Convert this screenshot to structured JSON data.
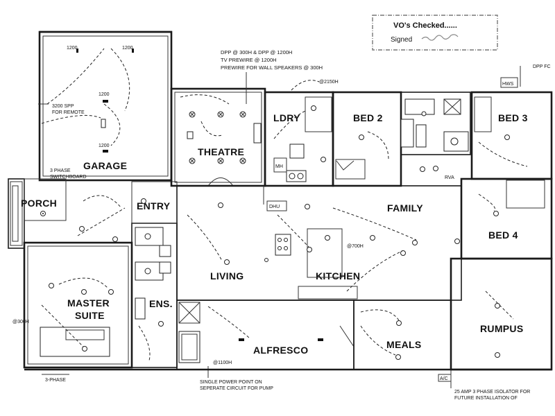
{
  "rooms": {
    "garage": "GARAGE",
    "porch": "PORCH",
    "entry": "ENTRY",
    "theatre": "THEATRE",
    "ldry": "LDRY",
    "bed2": "BED 2",
    "bed3": "BED 3",
    "bed4": "BED 4",
    "family": "FAMILY",
    "kitchen": "KITCHEN",
    "living": "LIVING",
    "master": "MASTER",
    "suite": "SUITE",
    "ens": "ENS.",
    "alfresco": "ALFRESCO",
    "meals": "MEALS",
    "rumpus": "RUMPUS"
  },
  "notes": {
    "dpp_1": "DPP @ 300H & DPP @ 1200H",
    "dpp_2": "TV PREWIRE @ 1200H",
    "dpp_3": "PREWIRE FOR WALL SPEAKERS @ 300H",
    "h2150": "@2150H",
    "dpp_fc": "DPP FC",
    "hws": "HWS",
    "spp_1": "3200 SPP",
    "spp_2": "FOR REMOTE",
    "h1200_a": "1200",
    "h1200_b": "1200",
    "h1200_c": "1200",
    "h1200_d": "1200",
    "switch_1": "3 PHASE",
    "switch_2": "SWITCHBOARD",
    "mh": "MH",
    "dhu": "DHU",
    "h700": "@700H",
    "h300": "@300H",
    "h1100": "@1100H",
    "pump_1": "SINGLE POWER POINT ON",
    "pump_2": "SEPERATE CIRCUIT FOR PUMP",
    "phase3": "3-PHASE",
    "amp_1": "25 AMP 3 PHASE ISOLATOR FOR",
    "amp_2": "FUTURE INSTALLATION OF",
    "ac": "A/C",
    "rva": "RVA"
  },
  "stamp": {
    "line1": "VO's Checked......",
    "line2": "Signed"
  }
}
